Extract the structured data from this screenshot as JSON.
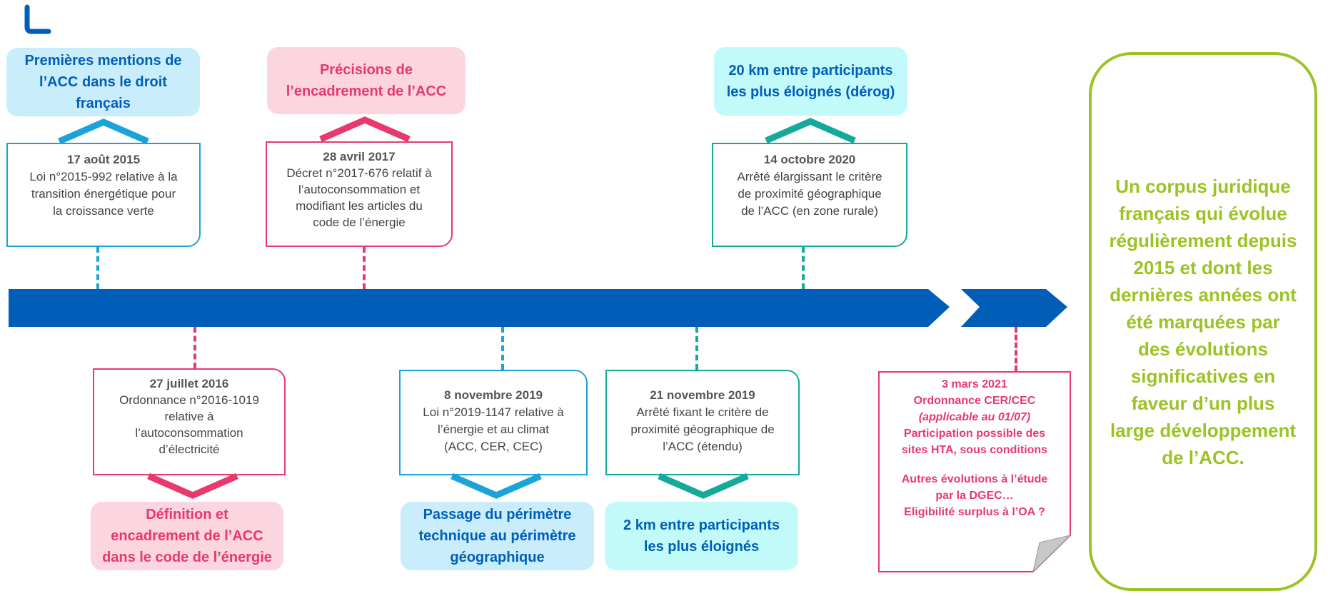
{
  "logo": {
    "icon": "corner-bracket-icon",
    "color": "#005eb8"
  },
  "colors": {
    "blue": "#1aa3d9",
    "pink": "#e8386d",
    "teal": "#14a99a",
    "navy": "#005eb8",
    "green": "#9bc324"
  },
  "top_events": [
    {
      "title_lines": [
        "Premières mentions de",
        "l’ACC dans le droit",
        "français"
      ],
      "date": "17 août 2015",
      "body_lines": [
        "Loi n°2015-992 relative à la",
        "transition énergétique pour",
        "la croissance verte"
      ]
    },
    {
      "title_lines": [
        "Précisions de",
        "l’encadrement de l’ACC"
      ],
      "date": "28 avril 2017",
      "body_lines": [
        "Décret n°2017-676 relatif à",
        "l’autoconsommation et",
        "modifiant les articles du",
        "code de l’énergie"
      ]
    },
    {
      "title_lines": [
        "20 km entre participants",
        "les plus éloignés (dérog)"
      ],
      "date": "14 octobre 2020",
      "body_lines": [
        "Arrêté élargissant le critère",
        "de proximité géographique",
        "de l’ACC (en zone rurale)"
      ]
    }
  ],
  "bottom_events": [
    {
      "date": "27 juillet 2016",
      "body_lines": [
        "Ordonnance n°2016-1019",
        "relative à",
        "l’autoconsommation",
        "d’électricité"
      ],
      "title_lines": [
        "Définition et",
        "encadrement de l’ACC",
        "dans le code de l’énergie"
      ]
    },
    {
      "date": "8 novembre 2019",
      "body_lines": [
        "Loi n°2019-1147 relative à",
        "l’énergie et au climat",
        "(ACC, CER, CEC)"
      ],
      "title_lines": [
        "Passage du périmètre",
        "technique au périmètre",
        "géographique"
      ]
    },
    {
      "date": "21 novembre 2019",
      "body_lines": [
        "Arrêté fixant le critère de",
        "proximité géographique de",
        "l’ACC (étendu)"
      ],
      "title_lines": [
        "2 km entre participants",
        "les plus éloignés"
      ]
    }
  ],
  "note": {
    "lines": [
      "3 mars 2021",
      "Ordonnance CER/CEC",
      "(applicable au 01/07)",
      "Participation possible des",
      "sites HTA, sous conditions",
      "",
      "Autres évolutions à l’étude",
      "par la DGEC…",
      "Eligibilité surplus à l’OA ?"
    ]
  },
  "summary_lines": [
    "Un corpus juridique",
    "français qui évolue",
    "régulièrement depuis",
    "2015 et dont les",
    "dernières années ont",
    "été marquées par",
    "des évolutions",
    "significatives en",
    "faveur d’un plus",
    "large développement",
    "de l’ACC."
  ]
}
